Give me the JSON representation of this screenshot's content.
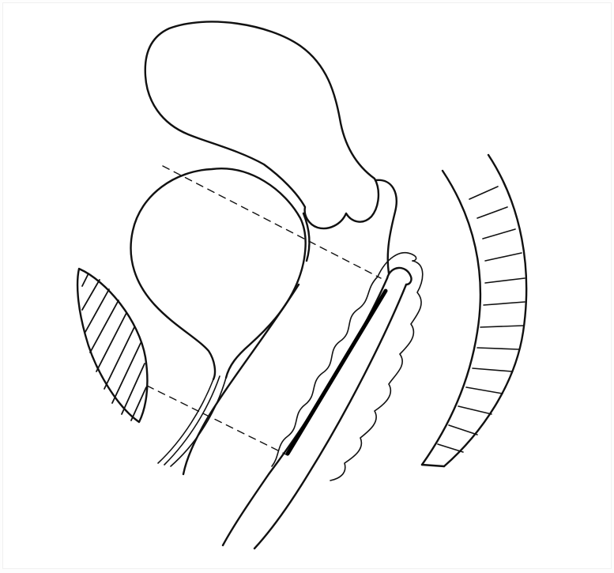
{
  "figure": {
    "style": "monochrome line drawing",
    "ink_color": "#111111",
    "paper_color": "#ffffff",
    "parts": [
      "upper-lobed-organ",
      "round-sac-organ",
      "hatched-oval",
      "striped-arc",
      "central-tube",
      "wavy-sheath",
      "dashed-guide-lines"
    ]
  }
}
